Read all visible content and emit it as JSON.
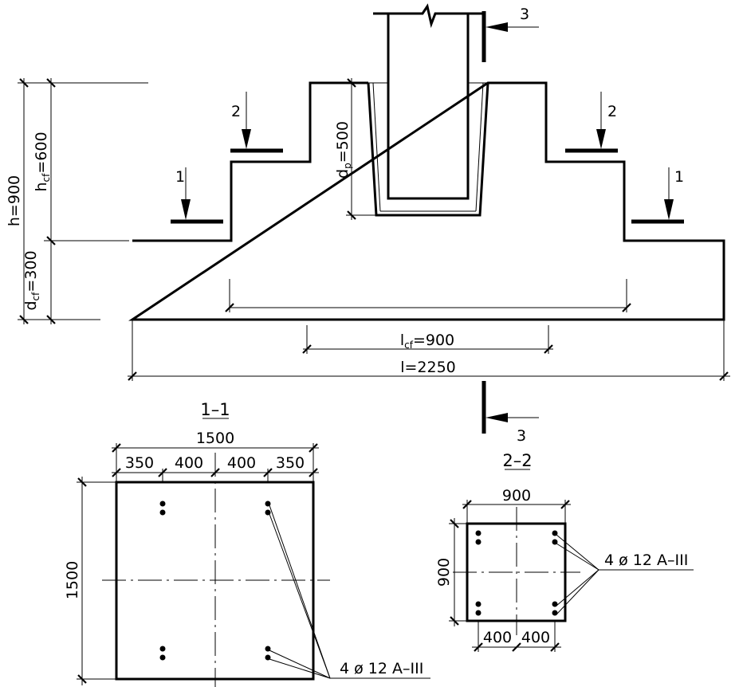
{
  "elevation": {
    "h_label": "h=900",
    "hcf_label": "hcf=600",
    "hcf_main": "h",
    "hcf_sub": "cf",
    "hcf_value": "=600",
    "dcf_main": "d",
    "dcf_sub": "cf",
    "dcf_value": "=300",
    "dp_main": "d",
    "dp_sub": "p",
    "dp_value": "=500",
    "lcf_main": "l",
    "lcf_sub": "cf",
    "lcf_value": "=900",
    "l_label": "l=2250",
    "cut1": "1",
    "cut2": "2",
    "cut3": "3"
  },
  "section_1_1": {
    "title": "1–1",
    "overall_width": "1500",
    "overall_height": "1500",
    "segments": [
      "350",
      "400",
      "400",
      "350"
    ],
    "rebar_label": "4 ø 12 A–III"
  },
  "section_2_2": {
    "title": "2–2",
    "width": "900",
    "height": "900",
    "segments": [
      "400",
      "400"
    ],
    "rebar_label": "4 ø 12 A–III"
  }
}
